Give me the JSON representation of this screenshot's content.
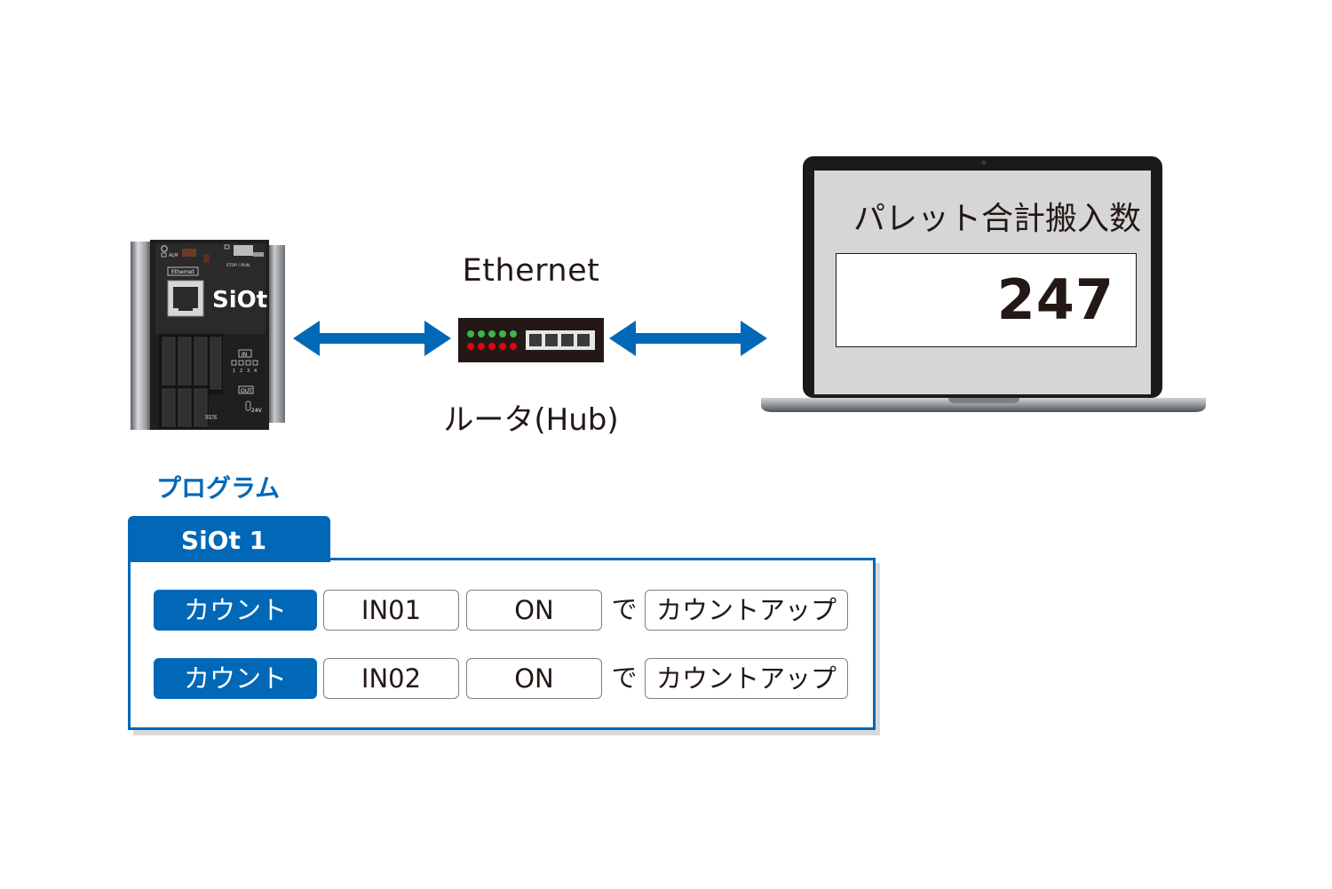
{
  "device": {
    "brand_label": "SiOt",
    "ethernet_port_label": "Ethernet",
    "alm_label": "ALM",
    "stop_run_label": "STOP / RUN",
    "in_label": "IN",
    "out_label": "OUT",
    "voltage_label": "24V",
    "maker_label": "SUS",
    "port_numbers": [
      "1",
      "2",
      "3",
      "4"
    ]
  },
  "network": {
    "ethernet_label": "Ethernet",
    "router_label": "ルータ(Hub)"
  },
  "screen": {
    "title": "パレット合計搬入数",
    "count": "247"
  },
  "program": {
    "heading": "プログラム",
    "tab_label": "SiOt 1",
    "rows": [
      {
        "action": "カウント",
        "input": "IN01",
        "state": "ON",
        "particle": "で",
        "result": "カウントアップ"
      },
      {
        "action": "カウント",
        "input": "IN02",
        "state": "ON",
        "particle": "で",
        "result": "カウントアップ"
      }
    ]
  },
  "colors": {
    "brand_blue": "#0068b7",
    "text": "#231815",
    "chip_border": "#7f7f7f"
  }
}
